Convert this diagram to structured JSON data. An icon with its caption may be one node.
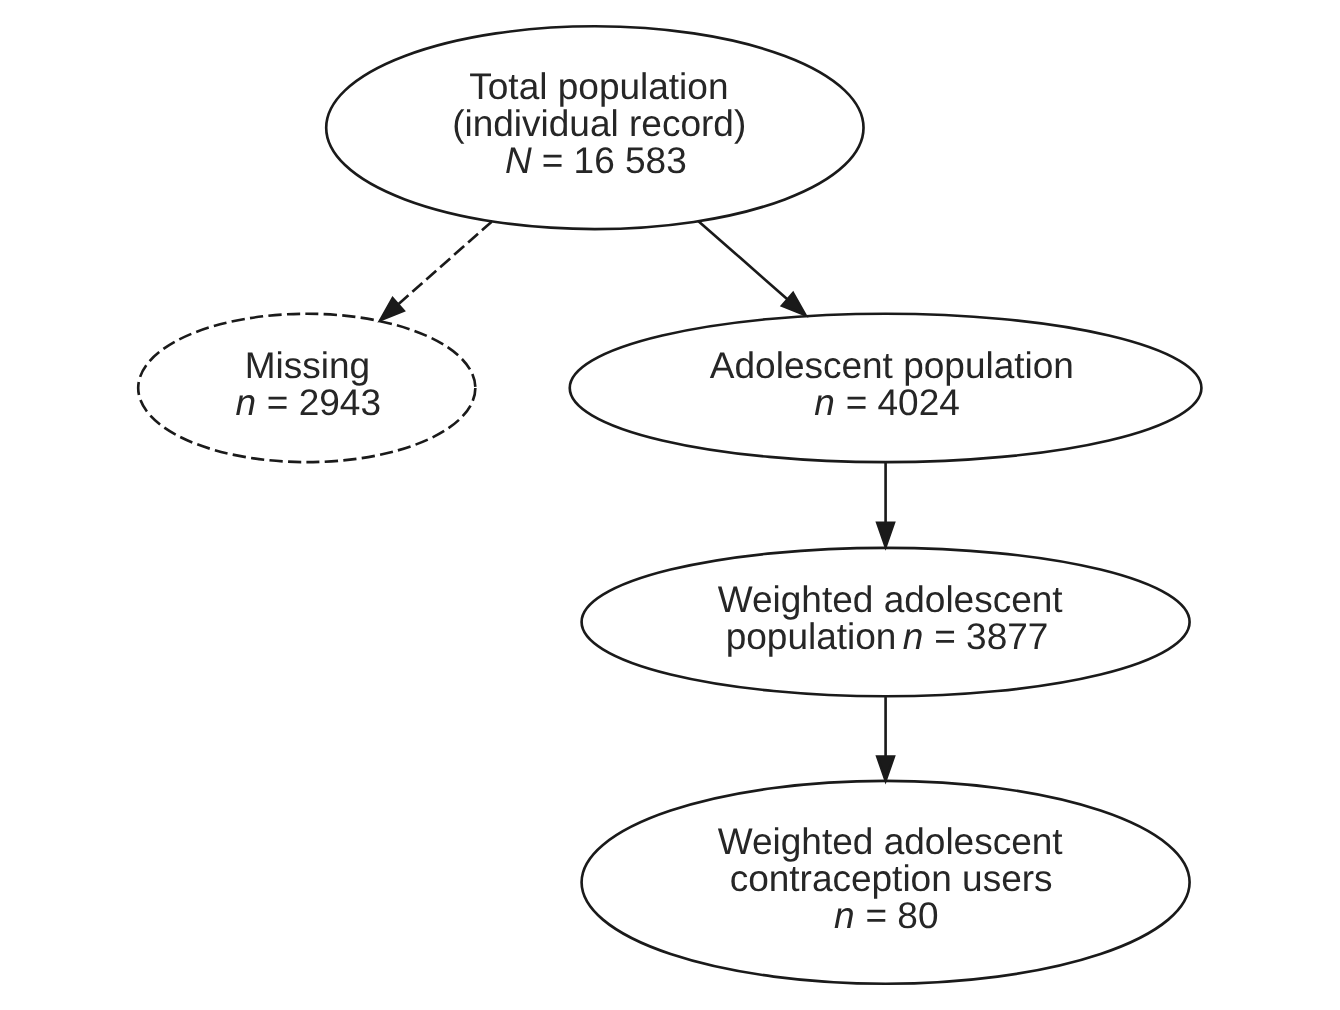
{
  "diagram": {
    "nodes": [
      {
        "text": [
          "Total population (individual record)",
          "*N* = 16 583"
        ]
      },
      {
        "text": [
          "Missing",
          "*n* = 2943"
        ]
      },
      {
        "text": [
          "Adolescent population",
          "*n* = 4024"
        ]
      },
      {
        "text": [
          "Weighted adolescent population *n* = 3877"
        ]
      },
      {
        "text": [
          "Weighted adolescent contraception users",
          "*n* = 80"
        ]
      }
    ],
    "edges": [
      {
        "from": 0,
        "to": 1,
        "arrow": "to",
        "style": "dashed"
      },
      {
        "from": 0,
        "to": 2,
        "arrow": "to"
      },
      {
        "from": 2,
        "to": 3,
        "arrow": "to"
      },
      {
        "from": 3,
        "to": 4,
        "arrow": "to"
      }
    ]
  }
}
